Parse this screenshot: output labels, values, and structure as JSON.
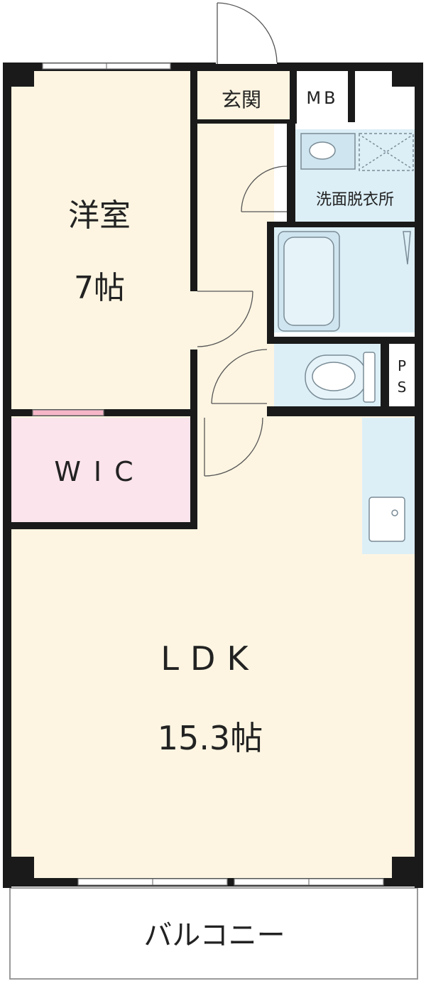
{
  "colors": {
    "wall": "#1a1a1a",
    "floor": "#fdf5e2",
    "wet_area": "#dceff7",
    "wic": "#fbe4ec",
    "balcony": "#ffffff",
    "fixture_stroke": "#7a8c96",
    "fixture_fill": "#cfe5ef",
    "window": "#ffffff"
  },
  "rooms": {
    "western_room": {
      "name": "洋室",
      "size": "7帖"
    },
    "walk_in_closet": {
      "name": "WIC"
    },
    "ldk": {
      "name": "LDK",
      "size": "15.3帖"
    },
    "entrance": {
      "name": "玄関"
    },
    "meter_box": {
      "name": "MB"
    },
    "washroom": {
      "name": "洗面脱衣所"
    },
    "pipe_space": {
      "name_top": "P",
      "name_bottom": "S"
    },
    "balcony": {
      "name": "バルコニー"
    }
  }
}
